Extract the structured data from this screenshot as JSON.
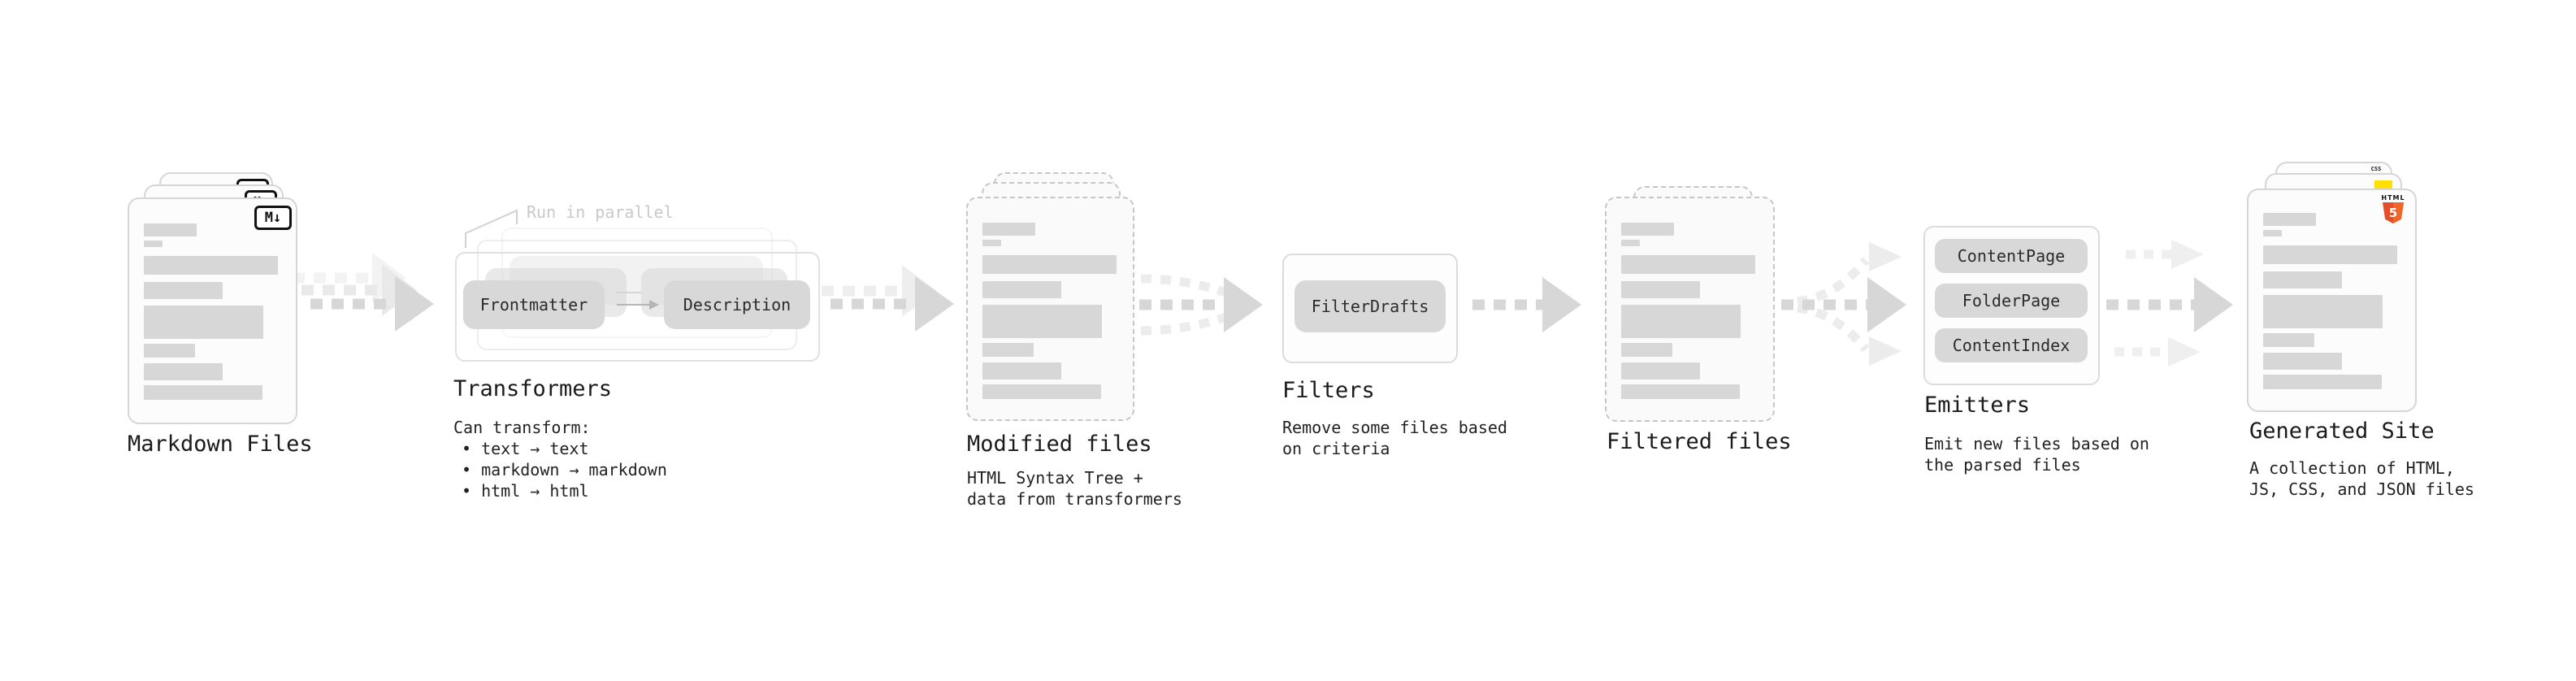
{
  "stages": {
    "markdown_files": {
      "label": "Markdown Files",
      "file_badge": "M↓"
    },
    "transformers": {
      "label": "Transformers",
      "annotation": "Run in parallel",
      "input_pill": "Frontmatter",
      "output_pill": "Description",
      "desc_title": "Can transform:",
      "bullets": [
        "• text → text",
        "• markdown → markdown",
        "• html → html"
      ]
    },
    "modified_files": {
      "label": "Modified files",
      "desc_lines": [
        "HTML Syntax Tree +",
        "data from transformers"
      ]
    },
    "filters": {
      "label": "Filters",
      "pill": "FilterDrafts",
      "desc_lines": [
        "Remove some files based",
        "on criteria"
      ]
    },
    "filtered_files": {
      "label": "Filtered files"
    },
    "emitters": {
      "label": "Emitters",
      "pills": [
        "ContentPage",
        "FolderPage",
        "ContentIndex"
      ],
      "desc_lines": [
        "Emit new files based on",
        "the parsed files"
      ]
    },
    "generated_site": {
      "label": "Generated Site",
      "desc_lines": [
        "A collection of HTML,",
        "JS, CSS, and JSON files"
      ],
      "html5_badge": {
        "text": "HTML",
        "number": "5"
      },
      "css_badge": "CSS"
    }
  },
  "colors": {
    "background": "#ffffff",
    "doc_bar": "#d7d7d7",
    "pill_bg": "#d8d8d8",
    "arrow_dark": "#d7d7d7",
    "arrow_light": "#ececec",
    "html5_orange": "#e44d26",
    "html5_orange_light": "#f16529",
    "js_yellow": "#ffe000",
    "css_blue": "#2965f1"
  }
}
